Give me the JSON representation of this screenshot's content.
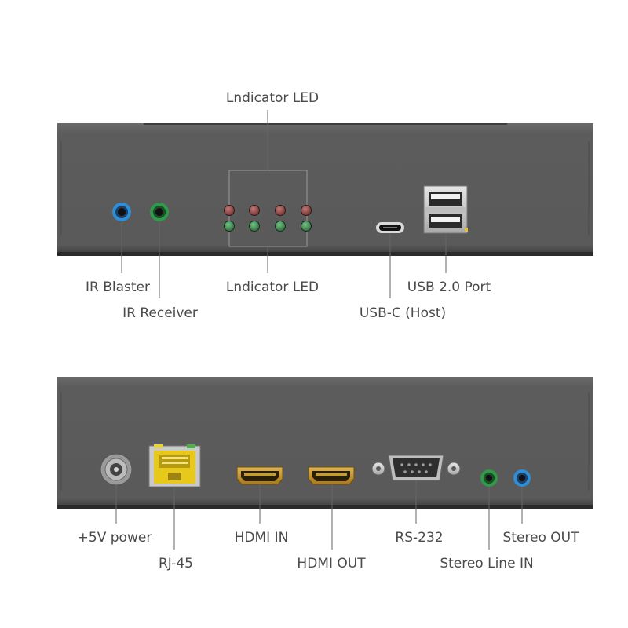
{
  "top_panel": {
    "labels": {
      "indicator_led_top": "Lndicator LED",
      "indicator_led_bottom": "Lndicator LED",
      "ir_blaster": "IR Blaster",
      "ir_receiver": "IR Receiver",
      "usb_c": "USB-C (Host)",
      "usb_20": "USB 2.0 Port"
    }
  },
  "bottom_panel": {
    "labels": {
      "power": "+5V power",
      "rj45": "RJ-45",
      "hdmi_in": "HDMI IN",
      "hdmi_out": "HDMI OUT",
      "rs232": "RS-232",
      "stereo_line_in": "Stereo Line IN",
      "stereo_out": "Stereo OUT"
    }
  },
  "colors": {
    "chassis": "#5e5e5e",
    "led_red": "#8c4a48",
    "led_green": "#3f8c52",
    "jack_blue": "#2f8fd6",
    "jack_green": "#2f9a4a",
    "rj45_yellow": "#e8c81a",
    "hdmi_gold": "#c99b2b"
  },
  "icons": [
    "ir-blaster-jack-icon",
    "ir-receiver-jack-icon",
    "usb-c-port-icon",
    "usb-a-port-icon",
    "dc-power-jack-icon",
    "rj45-port-icon",
    "hdmi-port-icon",
    "db9-port-icon",
    "audio-jack-icon"
  ]
}
